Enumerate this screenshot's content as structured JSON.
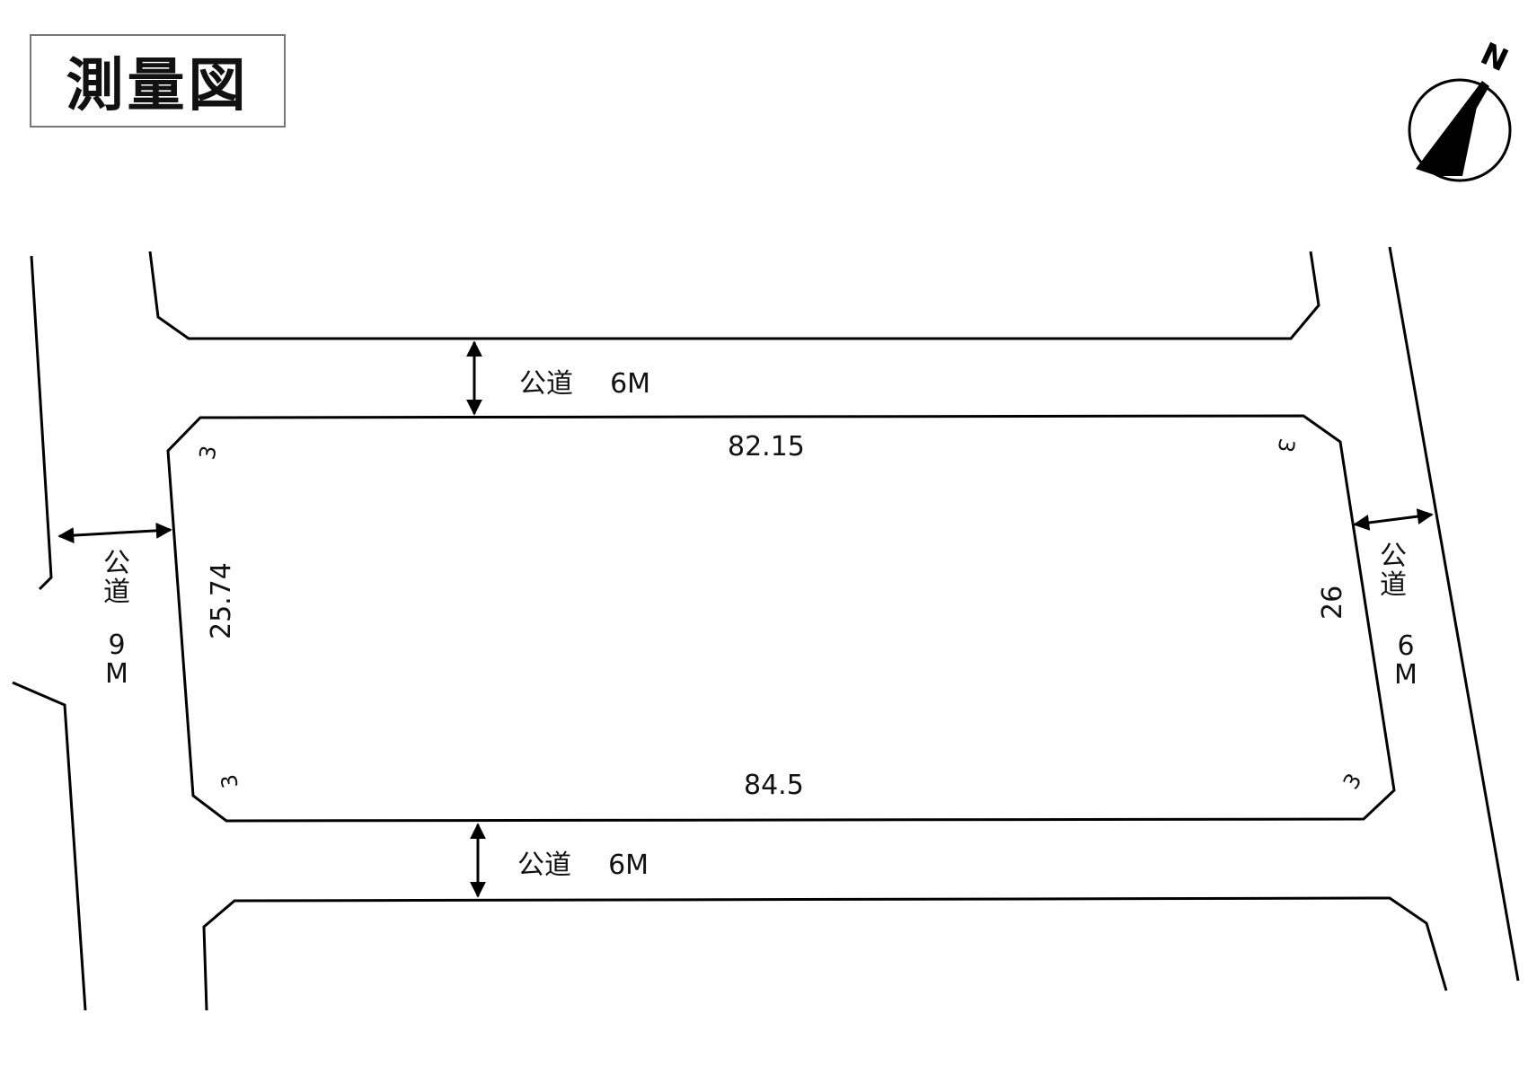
{
  "title": "測量図",
  "compass": {
    "north_label": "N",
    "icon": "north-arrow-icon"
  },
  "roads": {
    "north": {
      "label": "公道",
      "width": "6M"
    },
    "south": {
      "label": "公道",
      "width": "6M"
    },
    "west": {
      "label_chars": [
        "公",
        "道"
      ],
      "width_chars": [
        "9",
        "M"
      ]
    },
    "east": {
      "label_chars": [
        "公",
        "道"
      ],
      "width_chars": [
        "6",
        "M"
      ]
    }
  },
  "lot": {
    "dimensions": {
      "top": "82.15",
      "bottom": "84.5",
      "left": "25.74",
      "right": "26"
    },
    "corner_cuts": {
      "top_left": "3",
      "top_right": "3",
      "bottom_left": "3",
      "bottom_right": "3"
    }
  }
}
